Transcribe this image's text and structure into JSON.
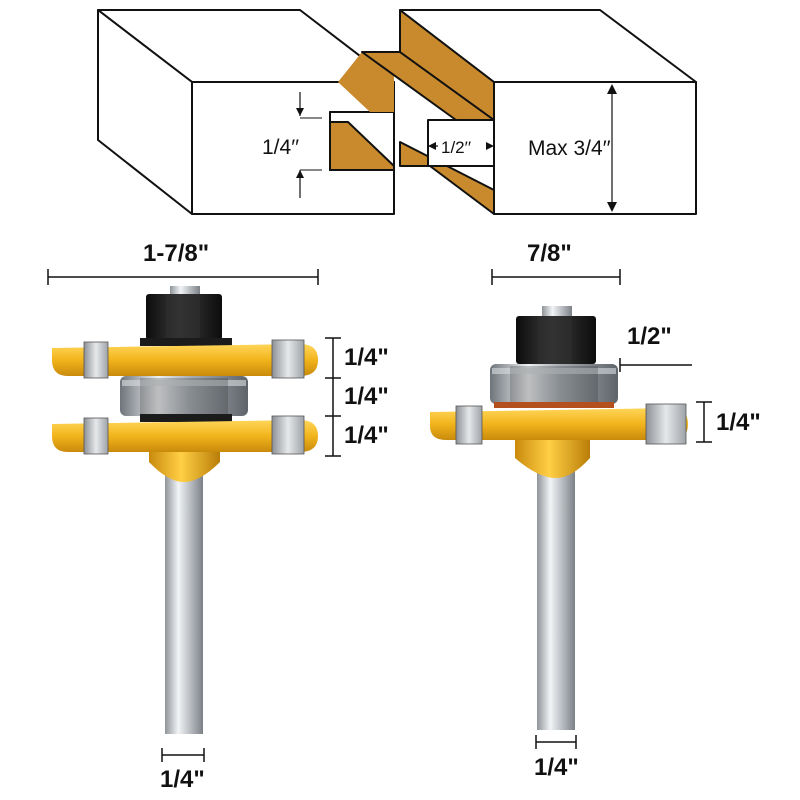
{
  "joint_diagram": {
    "groove_depth_label": "1/4′′",
    "tongue_length_label": "1/2′′",
    "max_thickness_label": "Max 3/4′′"
  },
  "bit_set_left": {
    "diameter_label": "1-7/8\"",
    "cutter_top_label": "1/4\"",
    "spacer_label": "1/4\"",
    "cutter_bottom_label": "1/4\"",
    "shank_label": "1/4\""
  },
  "bit_set_right": {
    "diameter_label": "7/8\"",
    "bearing_label": "1/2\"",
    "cutter_label": "1/4\"",
    "shank_label": "1/4\""
  },
  "colors": {
    "wood_face": "#c98a2e",
    "cutter_yellow": "#f2b41c",
    "carbide_gray": "#b9bcc0",
    "nut_black": "#1d1d1d",
    "bearing_silver": "#9aa0a6",
    "shank_steel": "#c4c8cc",
    "line": "#111111"
  },
  "icons": {
    "wood_block": "wood-block-icon",
    "router_bit": "router-bit-icon"
  }
}
